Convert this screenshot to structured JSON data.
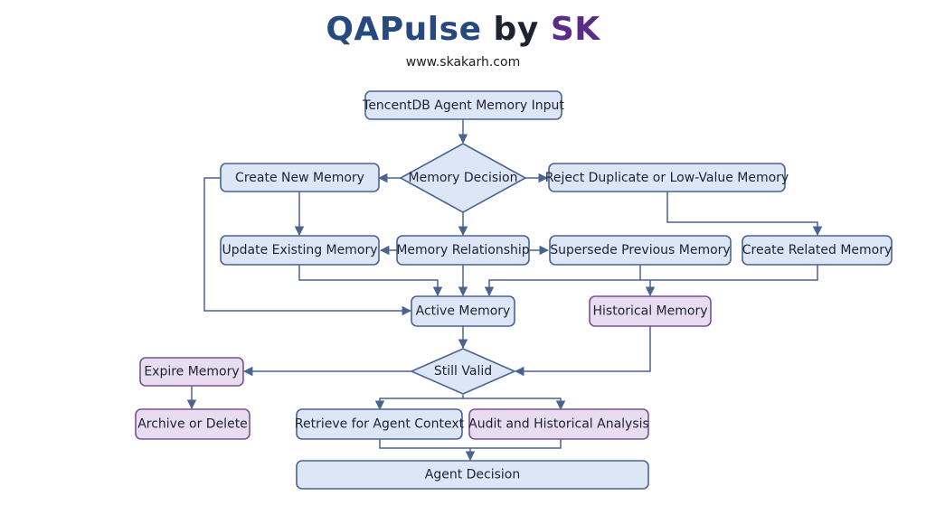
{
  "header": {
    "brand": "QAPulse",
    "by": "by",
    "author": "SK",
    "url": "www.skakarh.com"
  },
  "colors": {
    "node_blue_fill": "#dde6f6",
    "node_blue_stroke": "#4a6491",
    "node_purple_fill": "#e8dcf1",
    "node_purple_stroke": "#7a5291",
    "edge": "#4a6491",
    "brand": "#264a7e",
    "author": "#5a2c86"
  },
  "nodes": {
    "input": "TencentDB Agent Memory Input",
    "decision": "Memory Decision",
    "create_new": "Create New Memory",
    "reject": "Reject Duplicate or Low-Value Memory",
    "update_existing": "Update Existing Memory",
    "relationship": "Memory Relationship",
    "supersede": "Supersede Previous Memory",
    "create_related": "Create Related Memory",
    "active": "Active Memory",
    "historical": "Historical Memory",
    "expire": "Expire Memory",
    "still_valid": "Still Valid",
    "archive": "Archive or Delete",
    "retrieve": "Retrieve for Agent Context",
    "audit": "Audit and Historical Analysis",
    "agent_decision": "Agent Decision"
  }
}
